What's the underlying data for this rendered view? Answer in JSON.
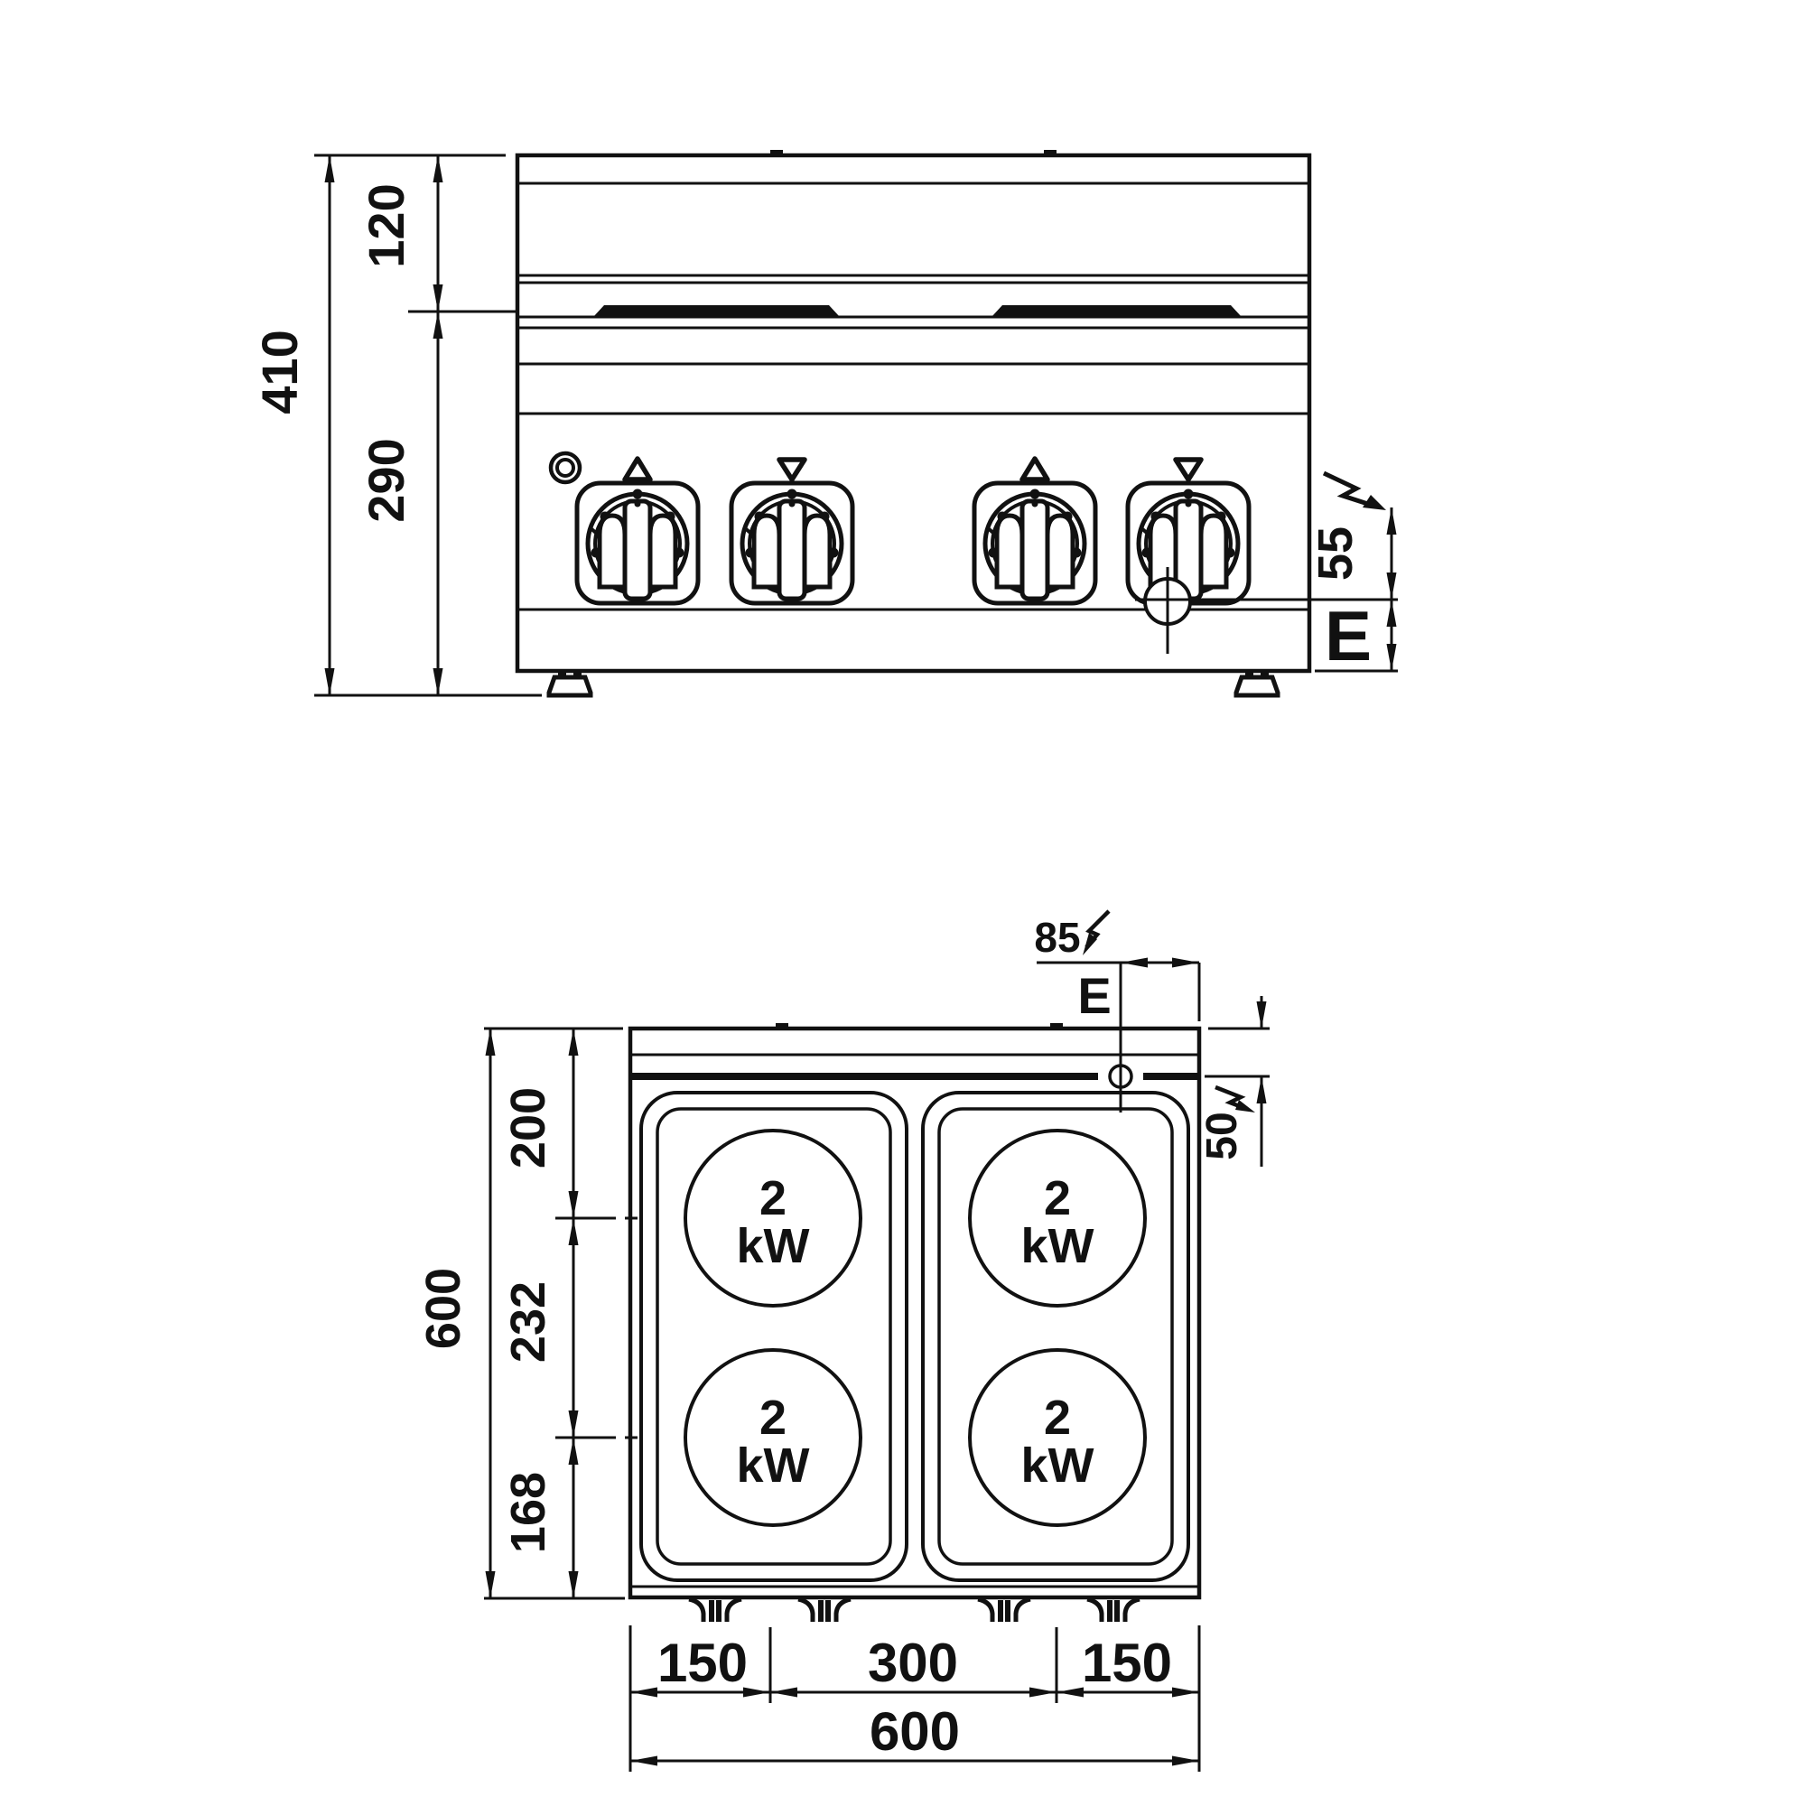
{
  "drawing": {
    "type": "technical-dimension-drawing",
    "colors": {
      "line": "#111111",
      "background": "#ffffff"
    },
    "front_view": {
      "label_total_height": "410",
      "label_top_height": "120",
      "label_base_height": "290",
      "label_conn_height": "55",
      "label_conn": "E"
    },
    "plan_view": {
      "label_conn_offset_x": "85",
      "label_conn": "E",
      "label_conn_offset_y": "50",
      "label_depth_total": "600",
      "label_depth_front": "200",
      "label_depth_mid": "232",
      "label_depth_rear": "168",
      "label_width_left": "150",
      "label_width_mid": "300",
      "label_width_right": "150",
      "label_width_total": "600",
      "plates": [
        {
          "value": "2",
          "unit": "kW",
          "position": "top-left"
        },
        {
          "value": "2",
          "unit": "kW",
          "position": "top-right"
        },
        {
          "value": "2",
          "unit": "kW",
          "position": "bottom-left"
        },
        {
          "value": "2",
          "unit": "kW",
          "position": "bottom-right"
        }
      ]
    }
  }
}
